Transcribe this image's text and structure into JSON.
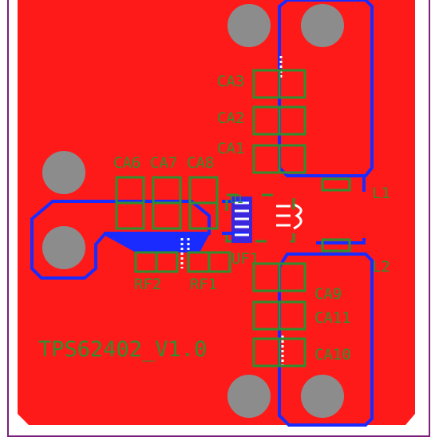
{
  "board": {
    "title": "TPS62402_V1.0",
    "colors": {
      "background": "#ffffff",
      "outline": "#7a1f7a",
      "copper_top": "#ff1a1a",
      "copper_bottom": "#1a2bff",
      "silkscreen": "#2f8f2f",
      "hole": "#8c8c8c"
    }
  },
  "labels": {
    "ca3": "CA3",
    "ca2": "CA2",
    "ca1": "CA1",
    "ca6": "CA6",
    "ca7": "CA7",
    "ca8": "CA8",
    "l1": "L1",
    "l2": "L2",
    "u1": "U1",
    "uf1": "UF1",
    "rf2": "RF2",
    "rf1": "RF1",
    "ca9": "CA9",
    "ca11": "CA11",
    "ca10": "CA10"
  }
}
